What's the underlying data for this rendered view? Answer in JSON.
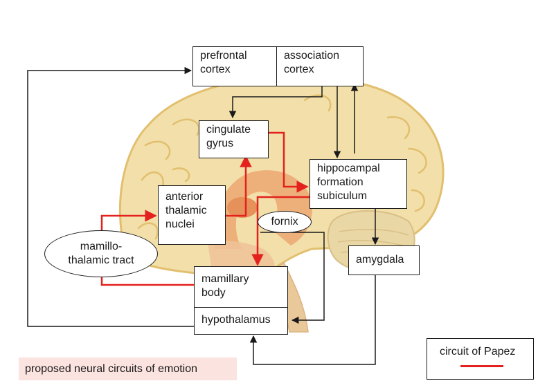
{
  "diagram": {
    "nodes": {
      "prefrontal_cortex": [
        "prefrontal",
        "cortex"
      ],
      "association_cortex": [
        "association",
        "cortex"
      ],
      "cingulate_gyrus": [
        "cingulate",
        "gyrus"
      ],
      "hippocampal_formation": [
        "hippocampal",
        "formation",
        "subiculum"
      ],
      "anterior_thalamic_nuclei": [
        "anterior",
        "thalamic",
        "nuclei"
      ],
      "fornix": "fornix",
      "mamillothalamic_tract": [
        "mamillo-",
        "thalamic tract"
      ],
      "amygdala": "amygdala",
      "mamillary_body": [
        "mamillary",
        "body"
      ],
      "hypothalamus": "hypothalamus"
    },
    "caption": "proposed neural circuits of emotion",
    "legend": {
      "label": "circuit of Papez",
      "color": "#e3211d"
    },
    "colors": {
      "papez_circuit": "#e3211d",
      "other_connections": "#1a1a1a",
      "brain_fill": "#f2dfaa",
      "brain_outline": "#e2bf6e",
      "caption_bg": "#fbe3e0"
    },
    "edges": [
      {
        "from": "association_cortex",
        "to": "cingulate_gyrus",
        "type": "other"
      },
      {
        "from": "association_cortex",
        "to": "hippocampal_formation",
        "type": "other"
      },
      {
        "from": "hippocampal_formation",
        "to": "association_cortex",
        "type": "other"
      },
      {
        "from": "hippocampal_formation",
        "to": "amygdala",
        "type": "other"
      },
      {
        "from": "hypothalamus",
        "to": "prefrontal_cortex",
        "type": "other"
      },
      {
        "from": "fornix",
        "to": "hypothalamus",
        "type": "other"
      },
      {
        "from": "amygdala",
        "to": "hypothalamus",
        "type": "other"
      },
      {
        "from": "cingulate_gyrus",
        "to": "hippocampal_formation",
        "type": "papez"
      },
      {
        "from": "hippocampal_formation",
        "to": "mamillary_body",
        "type": "papez",
        "via": "fornix"
      },
      {
        "from": "mamillary_body",
        "to": "anterior_thalamic_nuclei",
        "type": "papez",
        "via": "mamillothalamic_tract"
      },
      {
        "from": "anterior_thalamic_nuclei",
        "to": "cingulate_gyrus",
        "type": "papez"
      }
    ]
  }
}
